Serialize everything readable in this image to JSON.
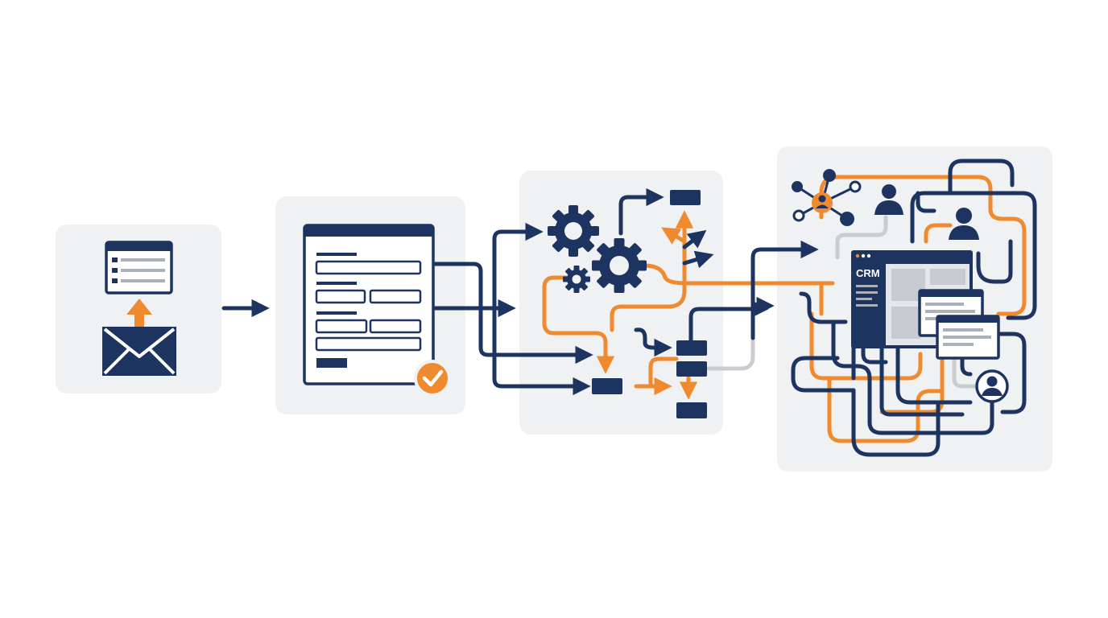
{
  "colors": {
    "navy": "#1d3461",
    "orange": "#f08a2e",
    "panel": "#eff1f3",
    "gray": "#c9cdd2"
  },
  "stages": [
    {
      "id": "intake",
      "icons": [
        "email-icon",
        "upload-arrow-icon",
        "inbox-list-icon"
      ]
    },
    {
      "id": "form",
      "icons": [
        "form-document-icon",
        "check-circle-icon"
      ]
    },
    {
      "id": "processing",
      "icons": [
        "gear-icon",
        "gear-icon",
        "gear-icon",
        "task-block-icon"
      ]
    },
    {
      "id": "integration",
      "icons": [
        "network-hub-icon",
        "user-icon",
        "user-icon",
        "user-icon",
        "crm-window-icon"
      ]
    }
  ],
  "crm": {
    "label": "CRM"
  }
}
